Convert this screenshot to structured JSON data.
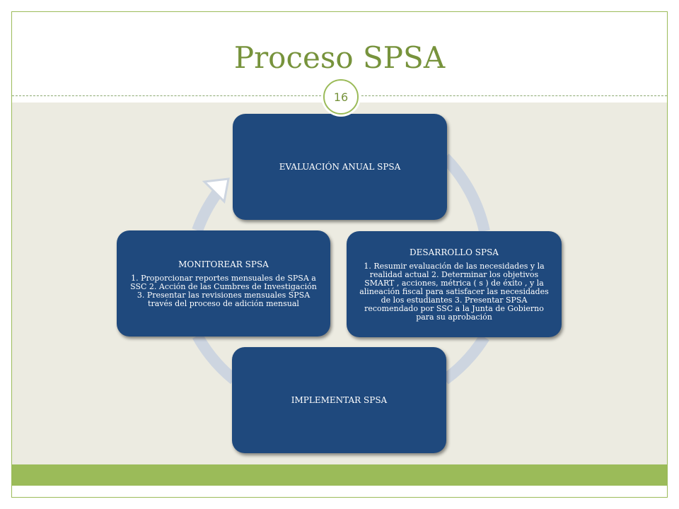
{
  "slide": {
    "title": "Proceso SPSA",
    "page_number": "16",
    "colors": {
      "accent_green": "#9bbb59",
      "title_green": "#77933c",
      "node_blue": "#1f497d",
      "cycle_ring": "#cdd5e0",
      "content_bg": "#ecebe1"
    }
  },
  "cycle": {
    "nodes": [
      {
        "title": "EVALUACIÓN ANUAL SPSA",
        "body": ""
      },
      {
        "title": "DESARROLLO SPSA",
        "body": "1. Resumir evaluación de las necesidades y la realidad actual 2. Determinar los objetivos SMART , acciones, métrica ( s ) de éxito , y la alineación fiscal para satisfacer las necesidades de los estudiantes 3. Presentar SPSA recomendado por SSC a la Junta de Gobierno para su aprobación"
      },
      {
        "title": "IMPLEMENTAR SPSA",
        "body": ""
      },
      {
        "title": "MONITOREAR SPSA",
        "body": "1. Proporcionar reportes mensuales de SPSA a SSC 2. Acción de las Cumbres de Investigación 3. Presentar las revisiones mensuales SPSA través del proceso de adición mensual"
      }
    ]
  }
}
